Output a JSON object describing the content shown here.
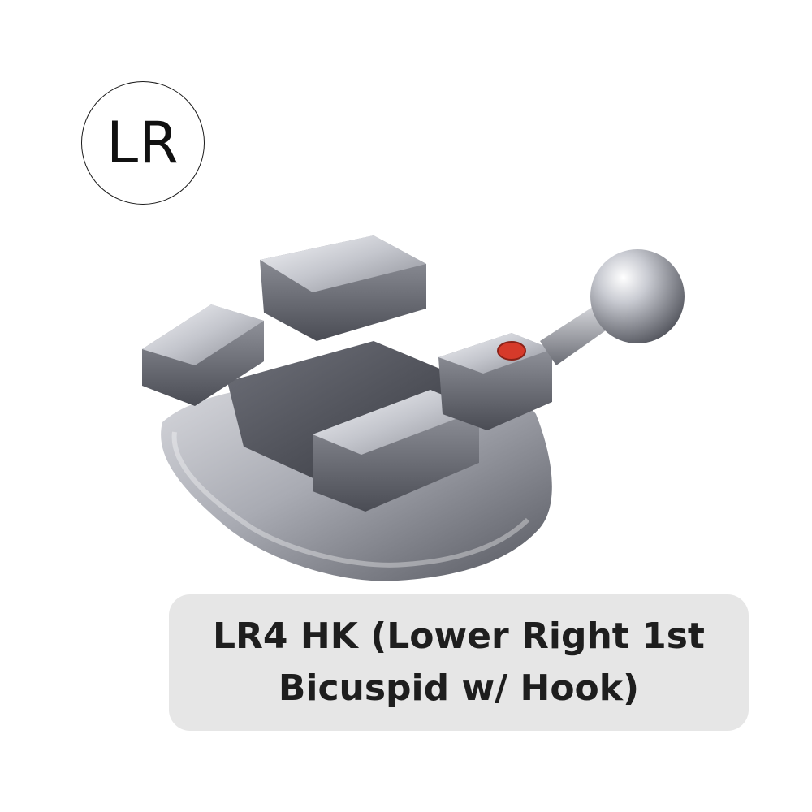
{
  "badge": {
    "label": "LR"
  },
  "product": {
    "image": "orthodontic-bracket-with-hook",
    "marker_color": "#d63a2a"
  },
  "caption": {
    "line1": "LR4 HK (Lower Right 1st",
    "line2": "Bicuspid w/ Hook)",
    "background": "#e6e6e6"
  }
}
